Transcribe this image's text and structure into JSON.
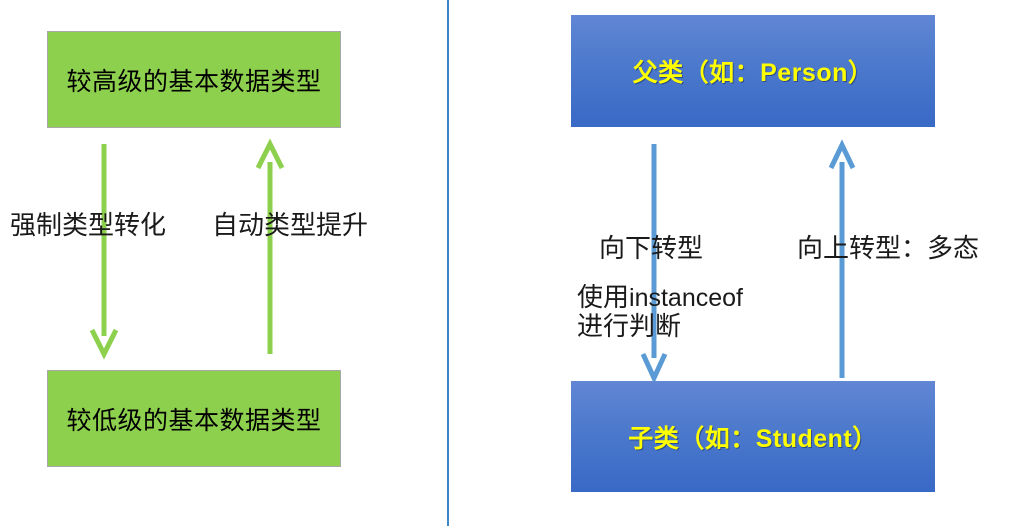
{
  "diagram": {
    "divider_color": "#3E87C4",
    "left_panel": {
      "title_concept": "primitive-type-conversion",
      "top_box": {
        "text": "较高级的基本数据类型",
        "fill": "#8DD04E",
        "border": "#A8A8A8"
      },
      "bottom_box": {
        "text": "较低级的基本数据类型",
        "fill": "#8DD04E",
        "border": "#A8A8A8"
      },
      "arrows": [
        {
          "name": "down-arrow",
          "direction": "down",
          "color": "#8DD04E",
          "label": "强制类型转化"
        },
        {
          "name": "up-arrow",
          "direction": "up",
          "color": "#8DD04E",
          "label": "自动类型提升"
        }
      ],
      "labels": {
        "cast_down": "强制类型转化",
        "promote_up": "自动类型提升"
      }
    },
    "right_panel": {
      "title_concept": "object-type-casting",
      "top_box": {
        "text_cn": "父类（如：",
        "text_en": "Person",
        "text_cn_tail": "）",
        "full_text": "父类（如：Person）",
        "fill_top": "#6186D4",
        "fill_bottom": "#3869C6",
        "text_color": "#FFFF00"
      },
      "bottom_box": {
        "text_cn": "子类（如：",
        "text_en": "Student",
        "text_cn_tail": "）",
        "full_text": "子类（如：Student）",
        "fill_top": "#6186D4",
        "fill_bottom": "#3869C6",
        "text_color": "#FFFF00"
      },
      "arrows": [
        {
          "name": "down-arrow",
          "direction": "down",
          "color": "#5B9BD5",
          "label": "向下转型"
        },
        {
          "name": "up-arrow",
          "direction": "up",
          "color": "#5B9BD5",
          "label": "向上转型：多态"
        }
      ],
      "labels": {
        "downcast": "向下转型",
        "upcast": "向上转型：多态",
        "instanceof_line1_cn": "使用",
        "instanceof_line1_en": "instanceof",
        "instanceof_line2": "进行判断"
      }
    }
  }
}
